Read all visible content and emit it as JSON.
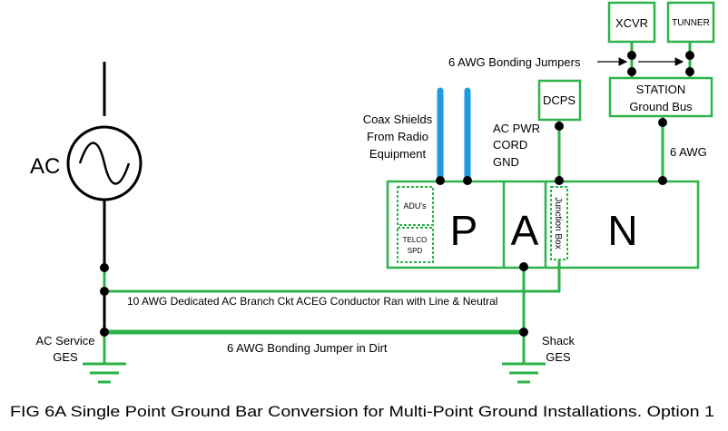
{
  "caption": "FIG 6A Single Point Ground Bar Conversion for Multi-Point Ground Installations. Option 1",
  "colors": {
    "wire": "#2db34a",
    "coax": "#1e9be0",
    "ink": "#000000"
  },
  "source": {
    "label": "AC"
  },
  "boxes": {
    "xcvr": "XCVR",
    "tunner": "TUNNER",
    "dcps": "DCPS",
    "station_line1": "STATION",
    "station_line2": "Ground Bus"
  },
  "panel": {
    "adu": "ADU's",
    "telco_line1": "TELCO",
    "telco_line2": "SPD",
    "p": "P",
    "a": "A",
    "junction": "Junction Box",
    "n": "N"
  },
  "labels": {
    "bonding_jumpers": "6 AWG Bonding Jumpers",
    "coax_line1": "Coax Shields",
    "coax_line2": "From Radio",
    "coax_line3": "Equipment",
    "acpwr_line1": "AC PWR",
    "acpwr_line2": "CORD",
    "acpwr_line3": "GND",
    "station_awg": "6 AWG",
    "aceg": "10 AWG Dedicated AC Branch Ckt ACEG Conductor Ran with Line & Neutral",
    "dirt": "6 AWG Bonding Jumper in Dirt",
    "ac_service_line1": "AC Service",
    "ac_service_line2": "GES",
    "shack_line1": "Shack",
    "shack_line2": "GES"
  },
  "icons": [
    "ac-source-icon",
    "ground-symbol-icon",
    "arrow-icon"
  ]
}
